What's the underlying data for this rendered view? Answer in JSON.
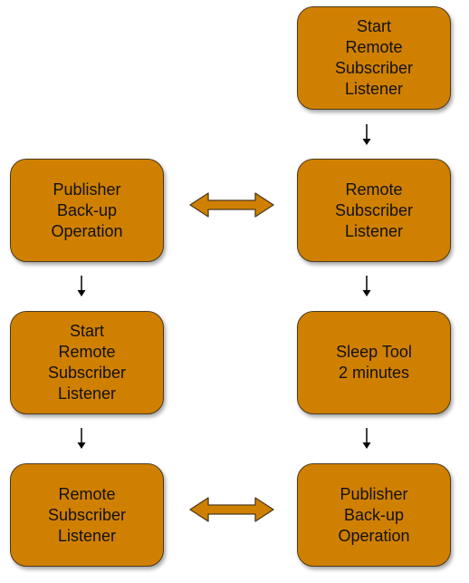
{
  "colors": {
    "box_fill": "#d08000",
    "box_border": "#4a3a20",
    "text": "#111111",
    "connector": "#000000"
  },
  "boxes": {
    "right_start_listener": "Start\nRemote\nSubscriber\nListener",
    "left_publisher_backup": "Publisher\nBack-up\nOperation",
    "right_remote_listener": "Remote\nSubscriber\nListener",
    "left_start_listener": "Start\nRemote\nSubscriber\nListener",
    "right_sleep_tool": "Sleep Tool\n2 minutes",
    "left_remote_listener": "Remote\nSubscriber\nListener",
    "right_publisher_backup": "Publisher\nBack-up\nOperation"
  }
}
